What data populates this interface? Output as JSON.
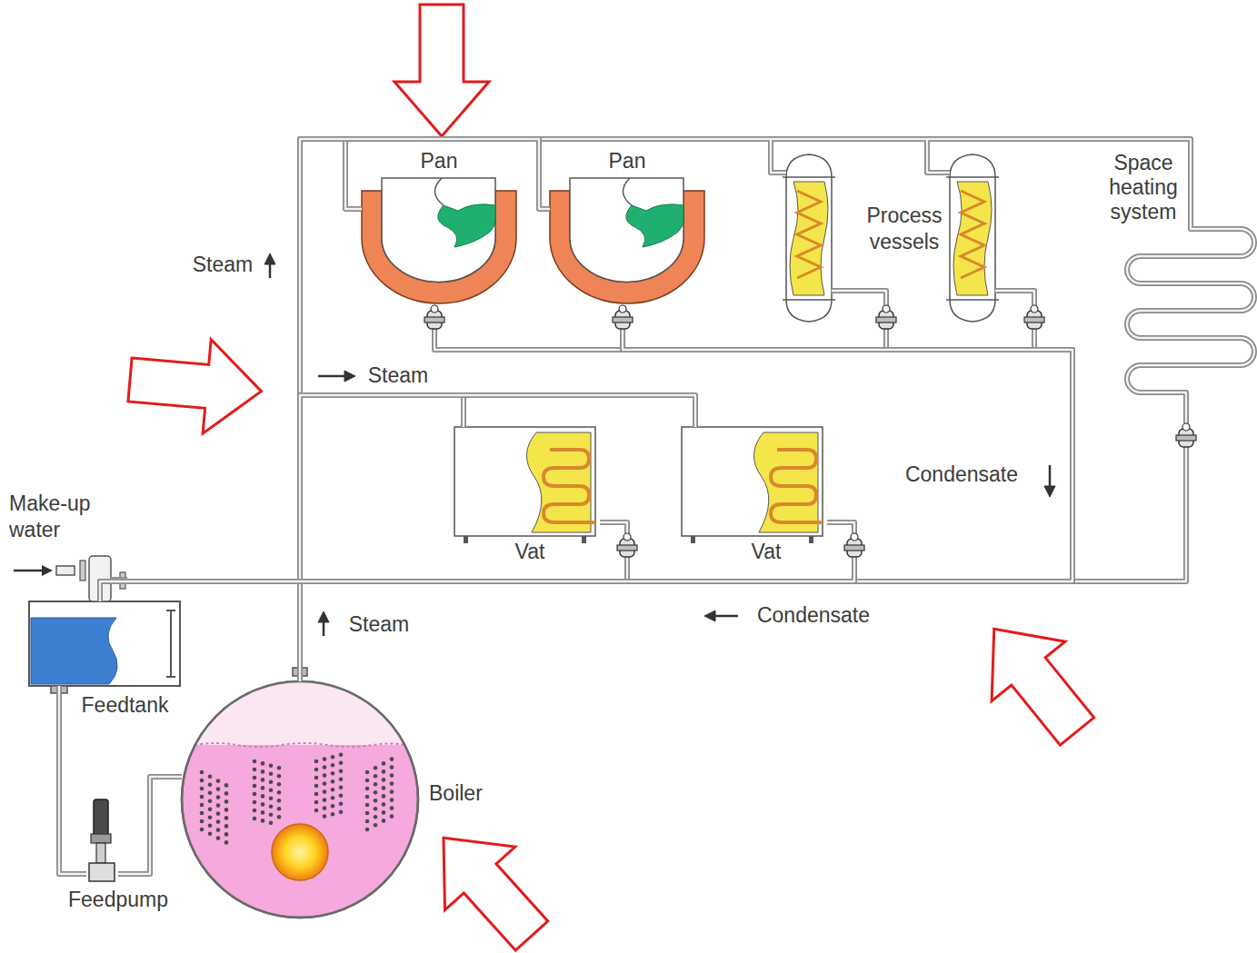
{
  "diagram": {
    "nodes": [
      {
        "text": [
          "Pan"
        ]
      },
      {
        "text": [
          "Pan"
        ]
      },
      {
        "text": [
          "Vat"
        ]
      },
      {
        "text": [
          "Vat"
        ]
      },
      {
        "text": [
          "Feedtank"
        ]
      },
      {
        "text": [
          "Feedpump"
        ]
      },
      {
        "text": [
          "Boiler"
        ]
      }
    ],
    "edges": [
      {
        "from": 4,
        "to": 5,
        "arrow": "none"
      },
      {
        "from": 5,
        "to": 6,
        "arrow": "none"
      },
      {
        "from": 6,
        "to": 0,
        "arrow": "none"
      },
      {
        "from": 6,
        "to": 1,
        "arrow": "none"
      },
      {
        "from": 6,
        "to": 2,
        "arrow": "none"
      },
      {
        "from": 6,
        "to": 3,
        "arrow": "none"
      },
      {
        "from": 0,
        "to": 4,
        "arrow": "none"
      },
      {
        "from": 1,
        "to": 4,
        "arrow": "none"
      },
      {
        "from": 2,
        "to": 4,
        "arrow": "none"
      },
      {
        "from": 3,
        "to": 4,
        "arrow": "none"
      }
    ],
    "labels": [
      "Steam",
      "Steam",
      "Steam",
      "Condensate",
      "Condensate",
      "Make-up water",
      "Process vessels",
      "Space heating system"
    ]
  }
}
